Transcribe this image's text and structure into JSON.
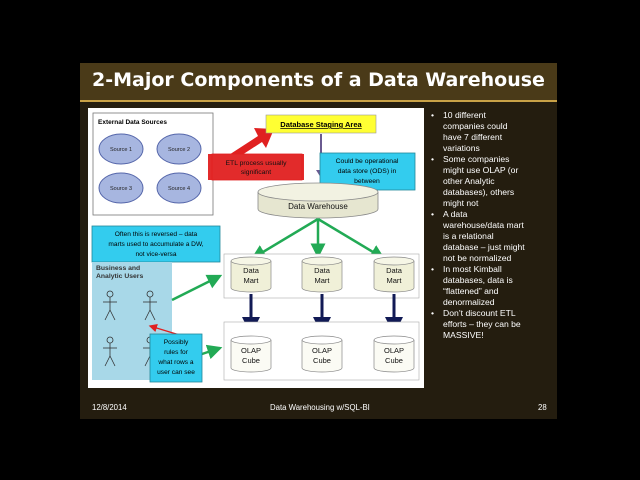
{
  "slide": {
    "title": "2-Major Components of a Data Warehouse",
    "footer": {
      "date": "12/8/2014",
      "center": "Data Warehousing w/SQL-BI",
      "page": "28"
    }
  },
  "diagram": {
    "external_sources_label": "External Data Sources",
    "sources": [
      "Source 1",
      "Source 2",
      "Source 3",
      "Source 4"
    ],
    "staging_area": "Database Staging Area",
    "etl_note": [
      "ETL process usually",
      "significant"
    ],
    "ods_note": [
      "Could be operational",
      "data store  (ODS) in",
      "between"
    ],
    "data_warehouse": "Data Warehouse",
    "reversed_note": [
      "Often this is reversed – data",
      "marts used to accumulate a DW,",
      "not vice-versa"
    ],
    "users_label": [
      "Business and",
      "Analytic Users"
    ],
    "data_mart_lines": [
      "Data",
      "Mart"
    ],
    "olap_cube_lines": [
      "OLAP",
      "Cube"
    ],
    "rules_note": [
      "Possibly",
      "rules for",
      "what rows a",
      "user can see"
    ]
  },
  "bullets": [
    [
      "10 different",
      "companies could",
      "have 7 different",
      "variations"
    ],
    [
      "Some companies",
      "might use OLAP (or",
      "other Analytic",
      "databases), others",
      "might not"
    ],
    [
      "A data",
      "warehouse/data mart",
      "is a relational",
      "database – just might",
      "not be normalized"
    ],
    [
      "In most Kimball",
      "databases, data is",
      "“flattened” and",
      "denormalized"
    ],
    [
      "Don’t discount ETL",
      "efforts – they can be",
      "MASSIVE!"
    ]
  ],
  "colors": {
    "accent": "#c9a247",
    "note_fill": "#33ccee",
    "etl_red": "#e02020",
    "staging_yellow": "#ffff33",
    "arrow_green": "#22aa55",
    "cylinder_fill": "#f0f0d8"
  }
}
